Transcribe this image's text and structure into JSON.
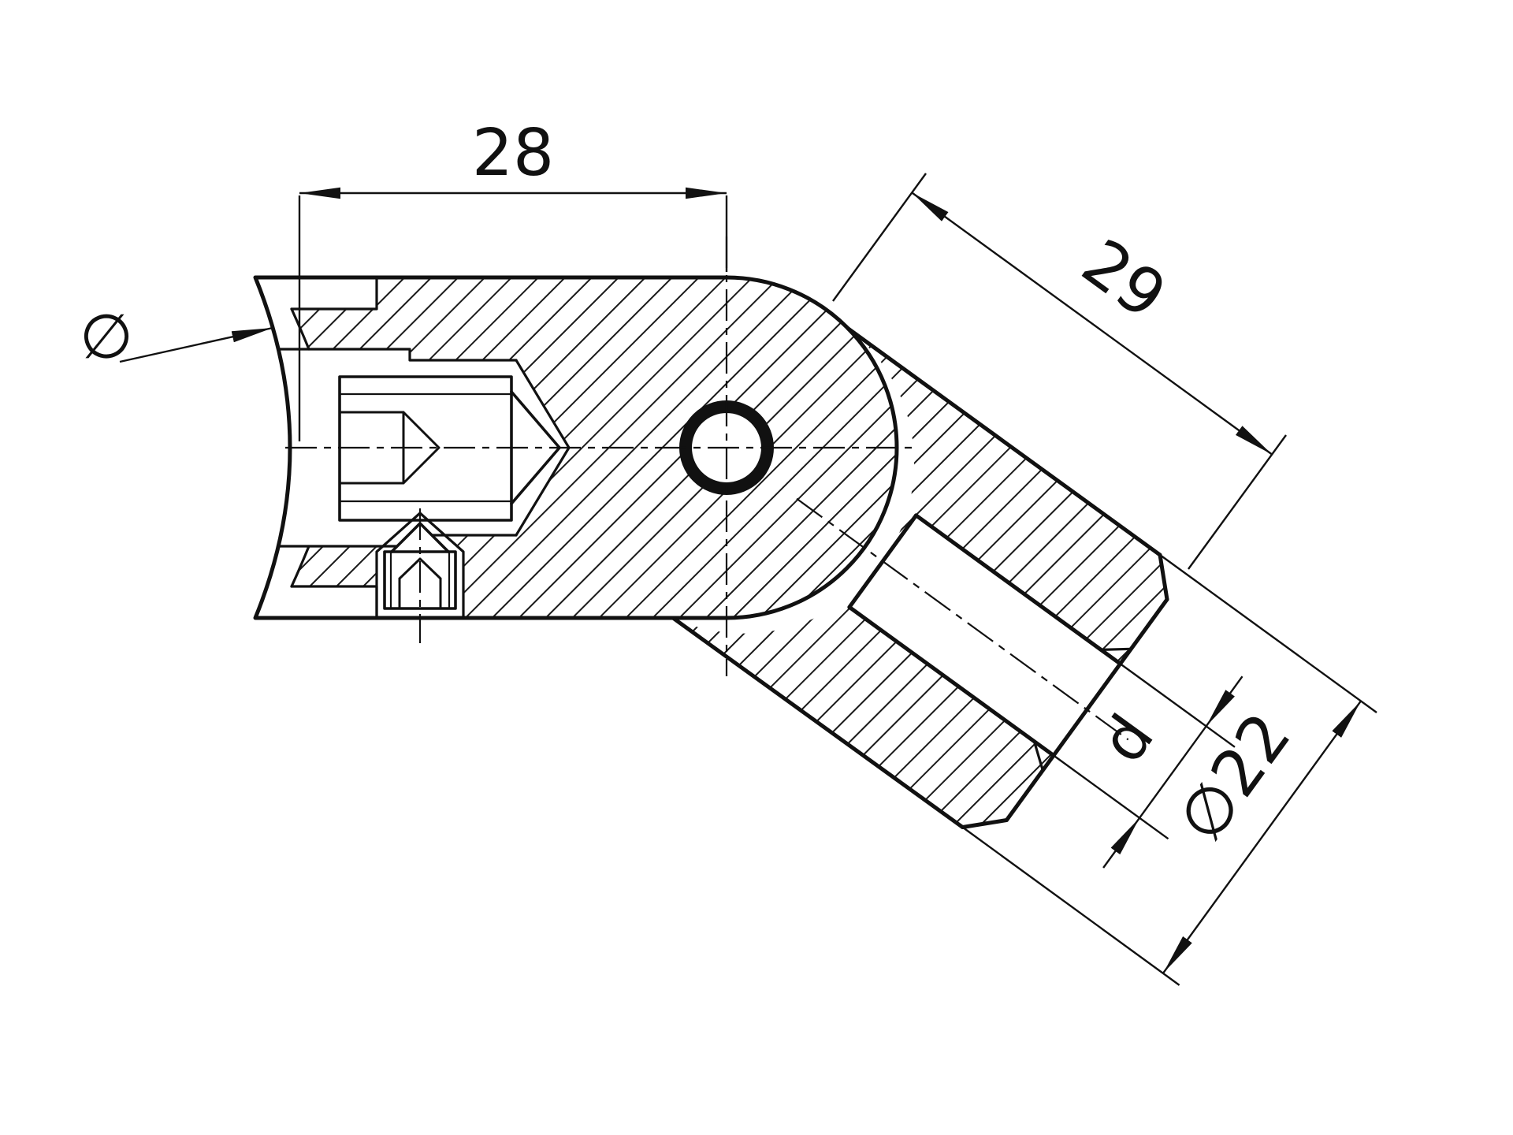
{
  "drawing": {
    "background": "#ffffff",
    "line_color": "#111111",
    "dimensions": {
      "top_width": "28",
      "socket_length": "29",
      "bore_diameter": "d",
      "outer_diameter": "∅22",
      "saddle_diameter_symbol": "∅"
    }
  }
}
